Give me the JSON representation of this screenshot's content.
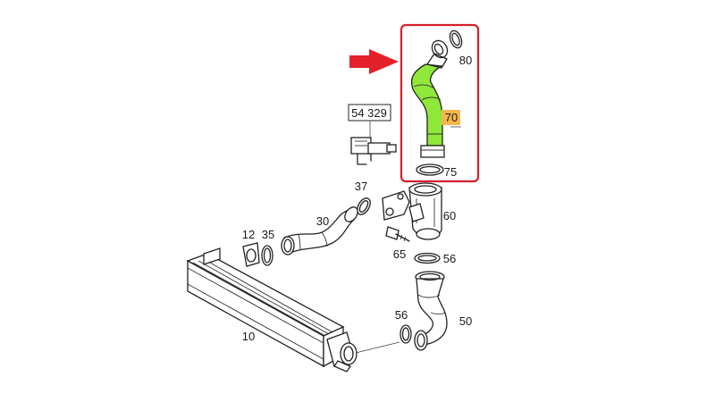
{
  "labels": {
    "p10": "10",
    "p12": "12",
    "p30": "30",
    "p35": "35",
    "p37": "37",
    "p50": "50",
    "p54329": "54 329",
    "p56a": "56",
    "p56b": "56",
    "p60": "60",
    "p65": "65",
    "p70": "70",
    "p75": "75",
    "p80": "80"
  },
  "colors": {
    "highlight_hose": "#8fe83a",
    "highlight_label_bg": "#f5b74a",
    "frame": "#d4202a",
    "arrow": "#e3212b"
  }
}
